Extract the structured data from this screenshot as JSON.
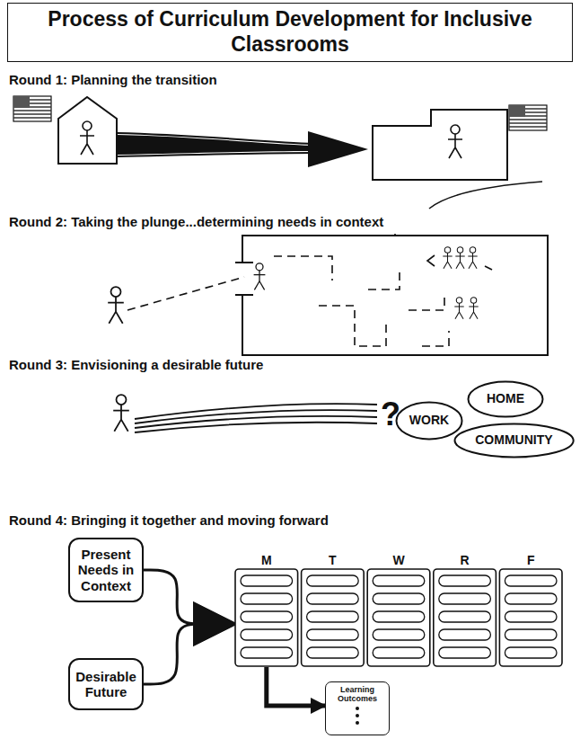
{
  "diagram": {
    "title": "Process of Curriculum Development for Inclusive Classrooms",
    "nodes": [
      {
        "text": [
          "WORK"
        ]
      },
      {
        "text": [
          "HOME"
        ]
      },
      {
        "text": [
          "COMMUNITY"
        ]
      },
      {
        "text": [
          "Present Needs in Context"
        ]
      },
      {
        "text": [
          "Desirable Future"
        ]
      },
      {
        "text": [
          "M",
          "T",
          "W",
          "R",
          "F"
        ]
      },
      {
        "text": [
          "Learning Outcomes"
        ]
      }
    ],
    "edges": [
      {
        "from": 3,
        "to": 5,
        "arrow": "to"
      },
      {
        "from": 4,
        "to": 5,
        "arrow": "to"
      },
      {
        "from": 5,
        "to": 6,
        "arrow": "to"
      }
    ],
    "labels": [
      "Round 1: Planning the transition",
      "Round 2: Taking the plunge...determining needs in context",
      "Round 3: Envisioning a desirable future",
      "?",
      "Round 4: Bringing it together and moving forward"
    ]
  }
}
